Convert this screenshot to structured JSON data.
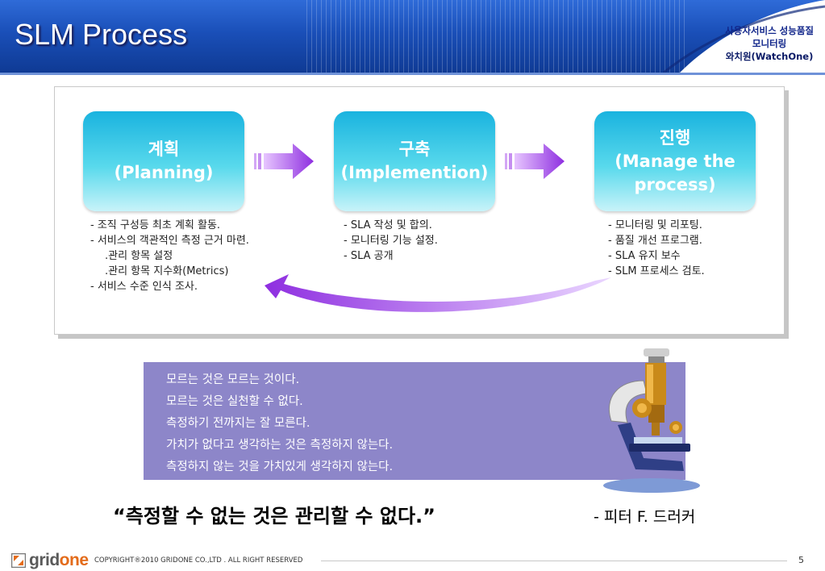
{
  "header": {
    "title": "SLM Process",
    "brand_line1": "사용자서비스 성능품질",
    "brand_line2": "모니터링",
    "brand_line3": "와치원(WatchOne)"
  },
  "steps": [
    {
      "title_ko": "계획",
      "title_en": "(Planning)"
    },
    {
      "title_ko": "구축",
      "title_en": "(Implemention)"
    },
    {
      "title_ko": "진행",
      "title_en": "(Manage the",
      "title_en2": "process)"
    }
  ],
  "descriptions": {
    "planning": [
      "- 조직 구성등 최초 계획 활동.",
      "- 서비스의 객관적인 측정 근거 마련.",
      ".관리 항목 설정",
      ".관리 항목 지수화(Metrics)",
      "- 서비스 수준 인식 조사."
    ],
    "implementation": [
      "- SLA 작성 및 합의.",
      "- 모니터링 기능 설정.",
      "- SLA 공개"
    ],
    "manage": [
      "- 모니터링 및 리포팅.",
      "- 품질 개선 프로그램.",
      "- SLA 유지 보수",
      "- SLM 프로세스 검토."
    ]
  },
  "quote_lines": [
    "모르는 것은 모르는 것이다.",
    "모르는 것은 실천할 수 없다.",
    "측정하기 전까지는 잘 모른다.",
    "가치가 없다고 생각하는 것은 측정하지 않는다.",
    "측정하지 않는 것을 가치있게 생각하지 않는다."
  ],
  "main_quote": "“측정할 수 없는 것은 관리할 수 없다.”",
  "author": "- 피터 F. 드러커",
  "footer": {
    "logo_grid": "grid",
    "logo_one": "one",
    "copyright": "COPYRIGHT®2010 GRIDONE CO.,LTD . ALL RIGHT RESERVED",
    "page_number": "5"
  },
  "colors": {
    "header_blue": "#1a4fb8",
    "step_cyan": "#1ab3df",
    "arrow_purple": "#9b3fe0",
    "quote_box": "#8d86c9"
  }
}
